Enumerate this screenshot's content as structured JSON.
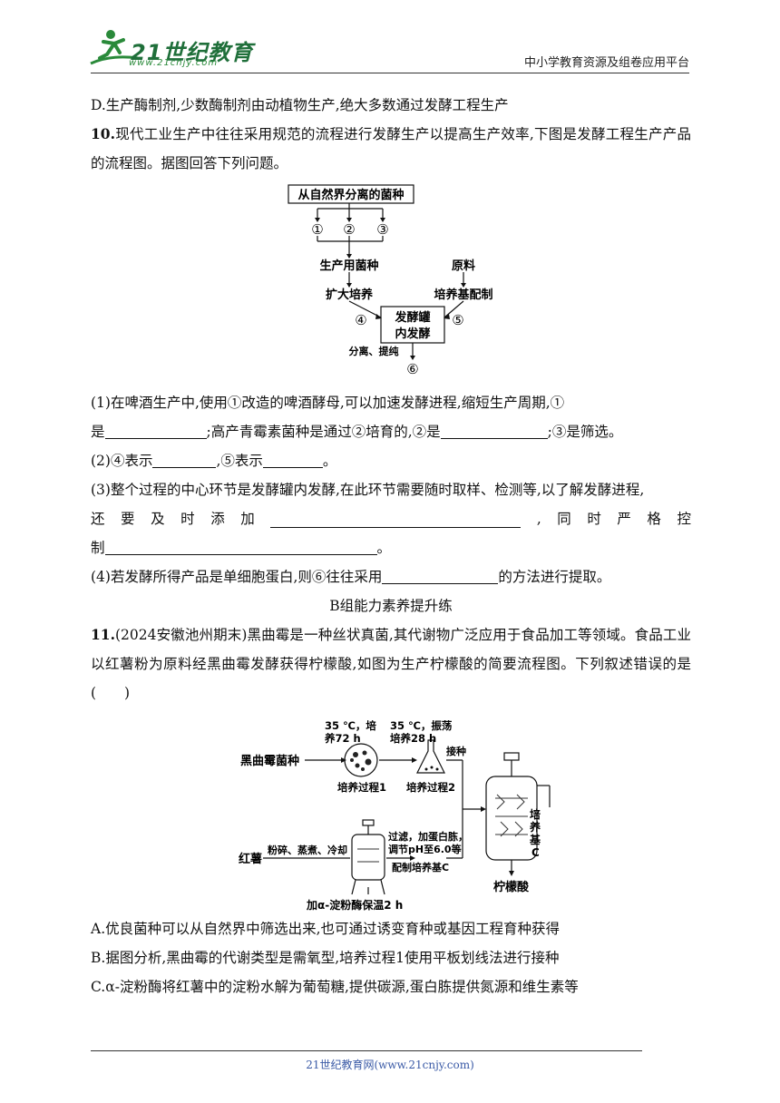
{
  "header": {
    "logo_text": "21世纪教育",
    "logo_url": "www.21cnjy.com",
    "platform": "中小学教育资源及组卷应用平台"
  },
  "q9": {
    "option_d": "D.生产酶制剂,少数酶制剂由动植物生产,绝大多数通过发酵工程生产"
  },
  "q10": {
    "number": "10.",
    "stem": "现代工业生产中往往采用规范的流程进行发酵生产以提高生产效率,下图是发酵工程生产产品的流程图。据图回答下列问题。",
    "flow": {
      "top": "从自然界分离的菌种",
      "n1": "①",
      "n2": "②",
      "n3": "③",
      "strain": "生产用菌种",
      "expand": "扩大培养",
      "raw": "原料",
      "medium": "培养基配制",
      "n4": "④",
      "n5": "⑤",
      "tank_line1": "发酵罐",
      "tank_line2": "内发酵",
      "separate": "分离、提纯",
      "n6": "⑥"
    },
    "sub1_a": "(1)在啤酒生产中,使用①改造的啤酒酵母,可以加速发酵进程,缩短生产周期,①",
    "sub1_b1": "是",
    "sub1_b2": ";高产青霉素菌种是通过②培育的,②是",
    "sub1_b3": ";③是筛选。",
    "sub2_a": "(2)④表示",
    "sub2_b": ",⑤表示",
    "sub2_c": "。",
    "sub3_a": "(3)整个过程的中心环节是发酵罐内发酵,在此环节需要随时取样、检测等,以了解发酵进程,",
    "sub3_b_chars": [
      "还",
      "要",
      "及",
      "时",
      "添",
      "加"
    ],
    "sub3_b_tail": [
      ",",
      "同",
      "时",
      "严",
      "格",
      "控"
    ],
    "sub3_c1": "制",
    "sub3_c2": "。",
    "sub4_a": "(4)若发酵所得产品是单细胞蛋白,则⑥往往采用",
    "sub4_b": "的方法进行提取。"
  },
  "section_b": "B组能力素养提升练",
  "q11": {
    "number": "11.",
    "stem": "(2024安徽池州期末)黑曲霉是一种丝状真菌,其代谢物广泛应用于食品加工等领域。食品工业以红薯粉为原料经黑曲霉发酵获得柠檬酸,如图为生产柠檬酸的简要流程图。下列叙述错误的是(　　)",
    "diagram": {
      "c1_line1": "35 ℃，培",
      "c1_line2": "养72 h",
      "c2_line1": "35 ℃，振荡",
      "c2_line2": "培养28 h",
      "inoculate": "接种",
      "strain": "黑曲霉菌种",
      "process1": "培养过程1",
      "process2": "培养过程2",
      "sweet_potato": "红薯",
      "crush": "粉碎、蒸煮、冷却",
      "filter1": "过滤，加蛋白胨，",
      "filter2": "调节pH至6.0等",
      "medium_c": "配制培养基C",
      "citric": "柠檬酸",
      "medium_v1": "培",
      "medium_v2": "养",
      "medium_v3": "基",
      "medium_v4": "C",
      "enzyme": "加α-淀粉酶保温2 h"
    },
    "option_a": "A.优良菌种可以从自然界中筛选出来,也可通过诱变育种或基因工程育种获得",
    "option_b": "B.据图分析,黑曲霉的代谢类型是需氧型,培养过程1使用平板划线法进行接种",
    "option_c": "C.α-淀粉酶将红薯中的淀粉水解为葡萄糖,提供碳源,蛋白胨提供氮源和维生素等"
  },
  "footer": "21世纪教育网(www.21cnjy.com)"
}
